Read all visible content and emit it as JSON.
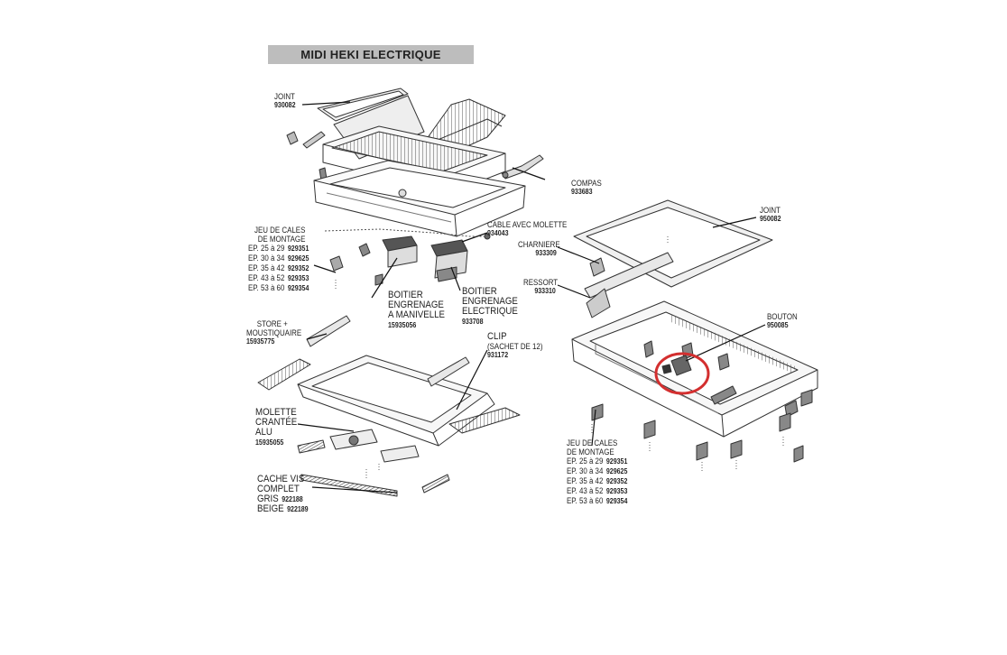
{
  "title": "MIDI HEKI ELECTRIQUE",
  "accent_color": "#d32f2f",
  "parts": {
    "joint_left": {
      "label": "JOINT",
      "ref": "930082"
    },
    "compas": {
      "label": "COMPAS",
      "ref": "933683"
    },
    "cable": {
      "label": "CABLE AVEC MOLETTE",
      "ref": "934043"
    },
    "cales_left": {
      "label1": "JEU DE CALES",
      "label2": "DE MONTAGE",
      "rows": [
        {
          "range": "EP. 25 à 29",
          "ref": "929351"
        },
        {
          "range": "EP. 30 à 34",
          "ref": "929625"
        },
        {
          "range": "EP. 35 à 42",
          "ref": "929352"
        },
        {
          "range": "EP. 43 à 52",
          "ref": "929353"
        },
        {
          "range": "EP. 53 à 60",
          "ref": "929354"
        }
      ]
    },
    "boitier_manivelle": {
      "label1": "BOITIER",
      "label2": "ENGRENAGE",
      "label3": "A MANIVELLE",
      "ref": "15935056"
    },
    "boitier_electrique": {
      "label1": "BOITIER",
      "label2": "ENGRENAGE",
      "label3": "ELECTRIQUE",
      "ref": "933708"
    },
    "store": {
      "label1": "STORE +",
      "label2": "MOUSTIQUAIRE",
      "ref": "15935775"
    },
    "clip": {
      "label1": "CLIP",
      "label2": "(SACHET DE 12)",
      "ref": "931172"
    },
    "molette": {
      "label1": "MOLETTE",
      "label2": "CRANTÉE",
      "label3": "ALU",
      "ref": "15935055"
    },
    "cache_vis": {
      "label1": "CACHE VIS",
      "label2": "COMPLET",
      "gris": "GRIS",
      "gris_ref": "922188",
      "beige": "BEIGE",
      "beige_ref": "922189"
    },
    "joint_right": {
      "label": "JOINT",
      "ref": "950082"
    },
    "charniere": {
      "label": "CHARNIERE",
      "ref": "933309"
    },
    "ressort": {
      "label": "RESSORT",
      "ref": "933310"
    },
    "bouton": {
      "label": "BOUTON",
      "ref": "950085"
    },
    "cales_right": {
      "label1": "JEU DE CALES",
      "label2": "DE MONTAGE",
      "rows": [
        {
          "range": "EP. 25 à 29",
          "ref": "929351"
        },
        {
          "range": "EP. 30 à 34",
          "ref": "929625"
        },
        {
          "range": "EP. 35 à 42",
          "ref": "929352"
        },
        {
          "range": "EP. 43 à 52",
          "ref": "929353"
        },
        {
          "range": "EP. 53 à 60",
          "ref": "929354"
        }
      ]
    }
  }
}
